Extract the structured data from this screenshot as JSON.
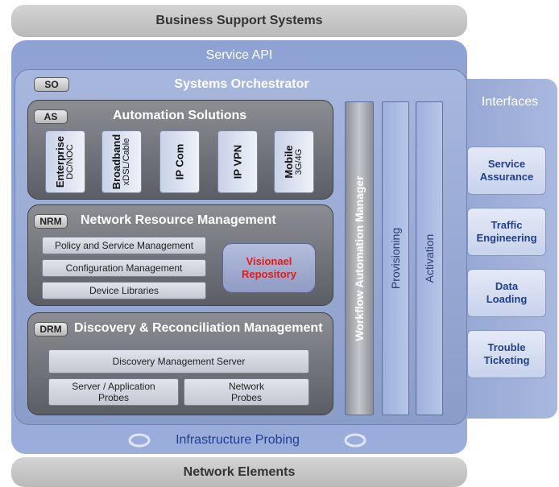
{
  "business_support": "Business Support Systems",
  "network_elements": "Network Elements",
  "service_api": "Service API",
  "interfaces": {
    "title": "Interfaces",
    "items": [
      {
        "line1": "Service",
        "line2": "Assurance"
      },
      {
        "line1": "Traffic",
        "line2": "Engineering"
      },
      {
        "line1": "Data",
        "line2": "Loading"
      },
      {
        "line1": "Trouble",
        "line2": "Ticketing"
      }
    ]
  },
  "orchestrator": {
    "tag": "SO",
    "title": "Systems Orchestrator"
  },
  "automation": {
    "tag": "AS",
    "title": "Automation Solutions",
    "items": [
      {
        "main": "Enterprise",
        "sub": "DC/NOC"
      },
      {
        "main": "Broadband",
        "sub": "xDSL/Cable"
      },
      {
        "main": "IP Com",
        "sub": ""
      },
      {
        "main": "IP VPN",
        "sub": ""
      },
      {
        "main": "Mobile",
        "sub": "3G/4G"
      }
    ]
  },
  "nrm": {
    "tag": "NRM",
    "title": "Network Resource Management",
    "items": [
      "Policy and Service Management",
      "Configuration Management",
      "Device Libraries"
    ],
    "repository_line1": "Visionael",
    "repository_line2": "Repository"
  },
  "drm": {
    "tag": "DRM",
    "title": "Discovery & Reconciliation Management",
    "server": "Discovery Management Server",
    "probe1_line1": "Server / Application",
    "probe1_line2": "Probes",
    "probe2_line1": "Network",
    "probe2_line2": "Probes"
  },
  "columns": {
    "workflow": "Workflow Automation Manager",
    "provisioning": "Provisioning",
    "activation": "Activation"
  },
  "infrastructure_probing": "Infrastructure Probing",
  "colors": {
    "accent_blue": "#1f3f8f",
    "repository_red": "#e11b1b",
    "panel_gray": "#6e7178",
    "api_blue": "#93a6d3"
  }
}
